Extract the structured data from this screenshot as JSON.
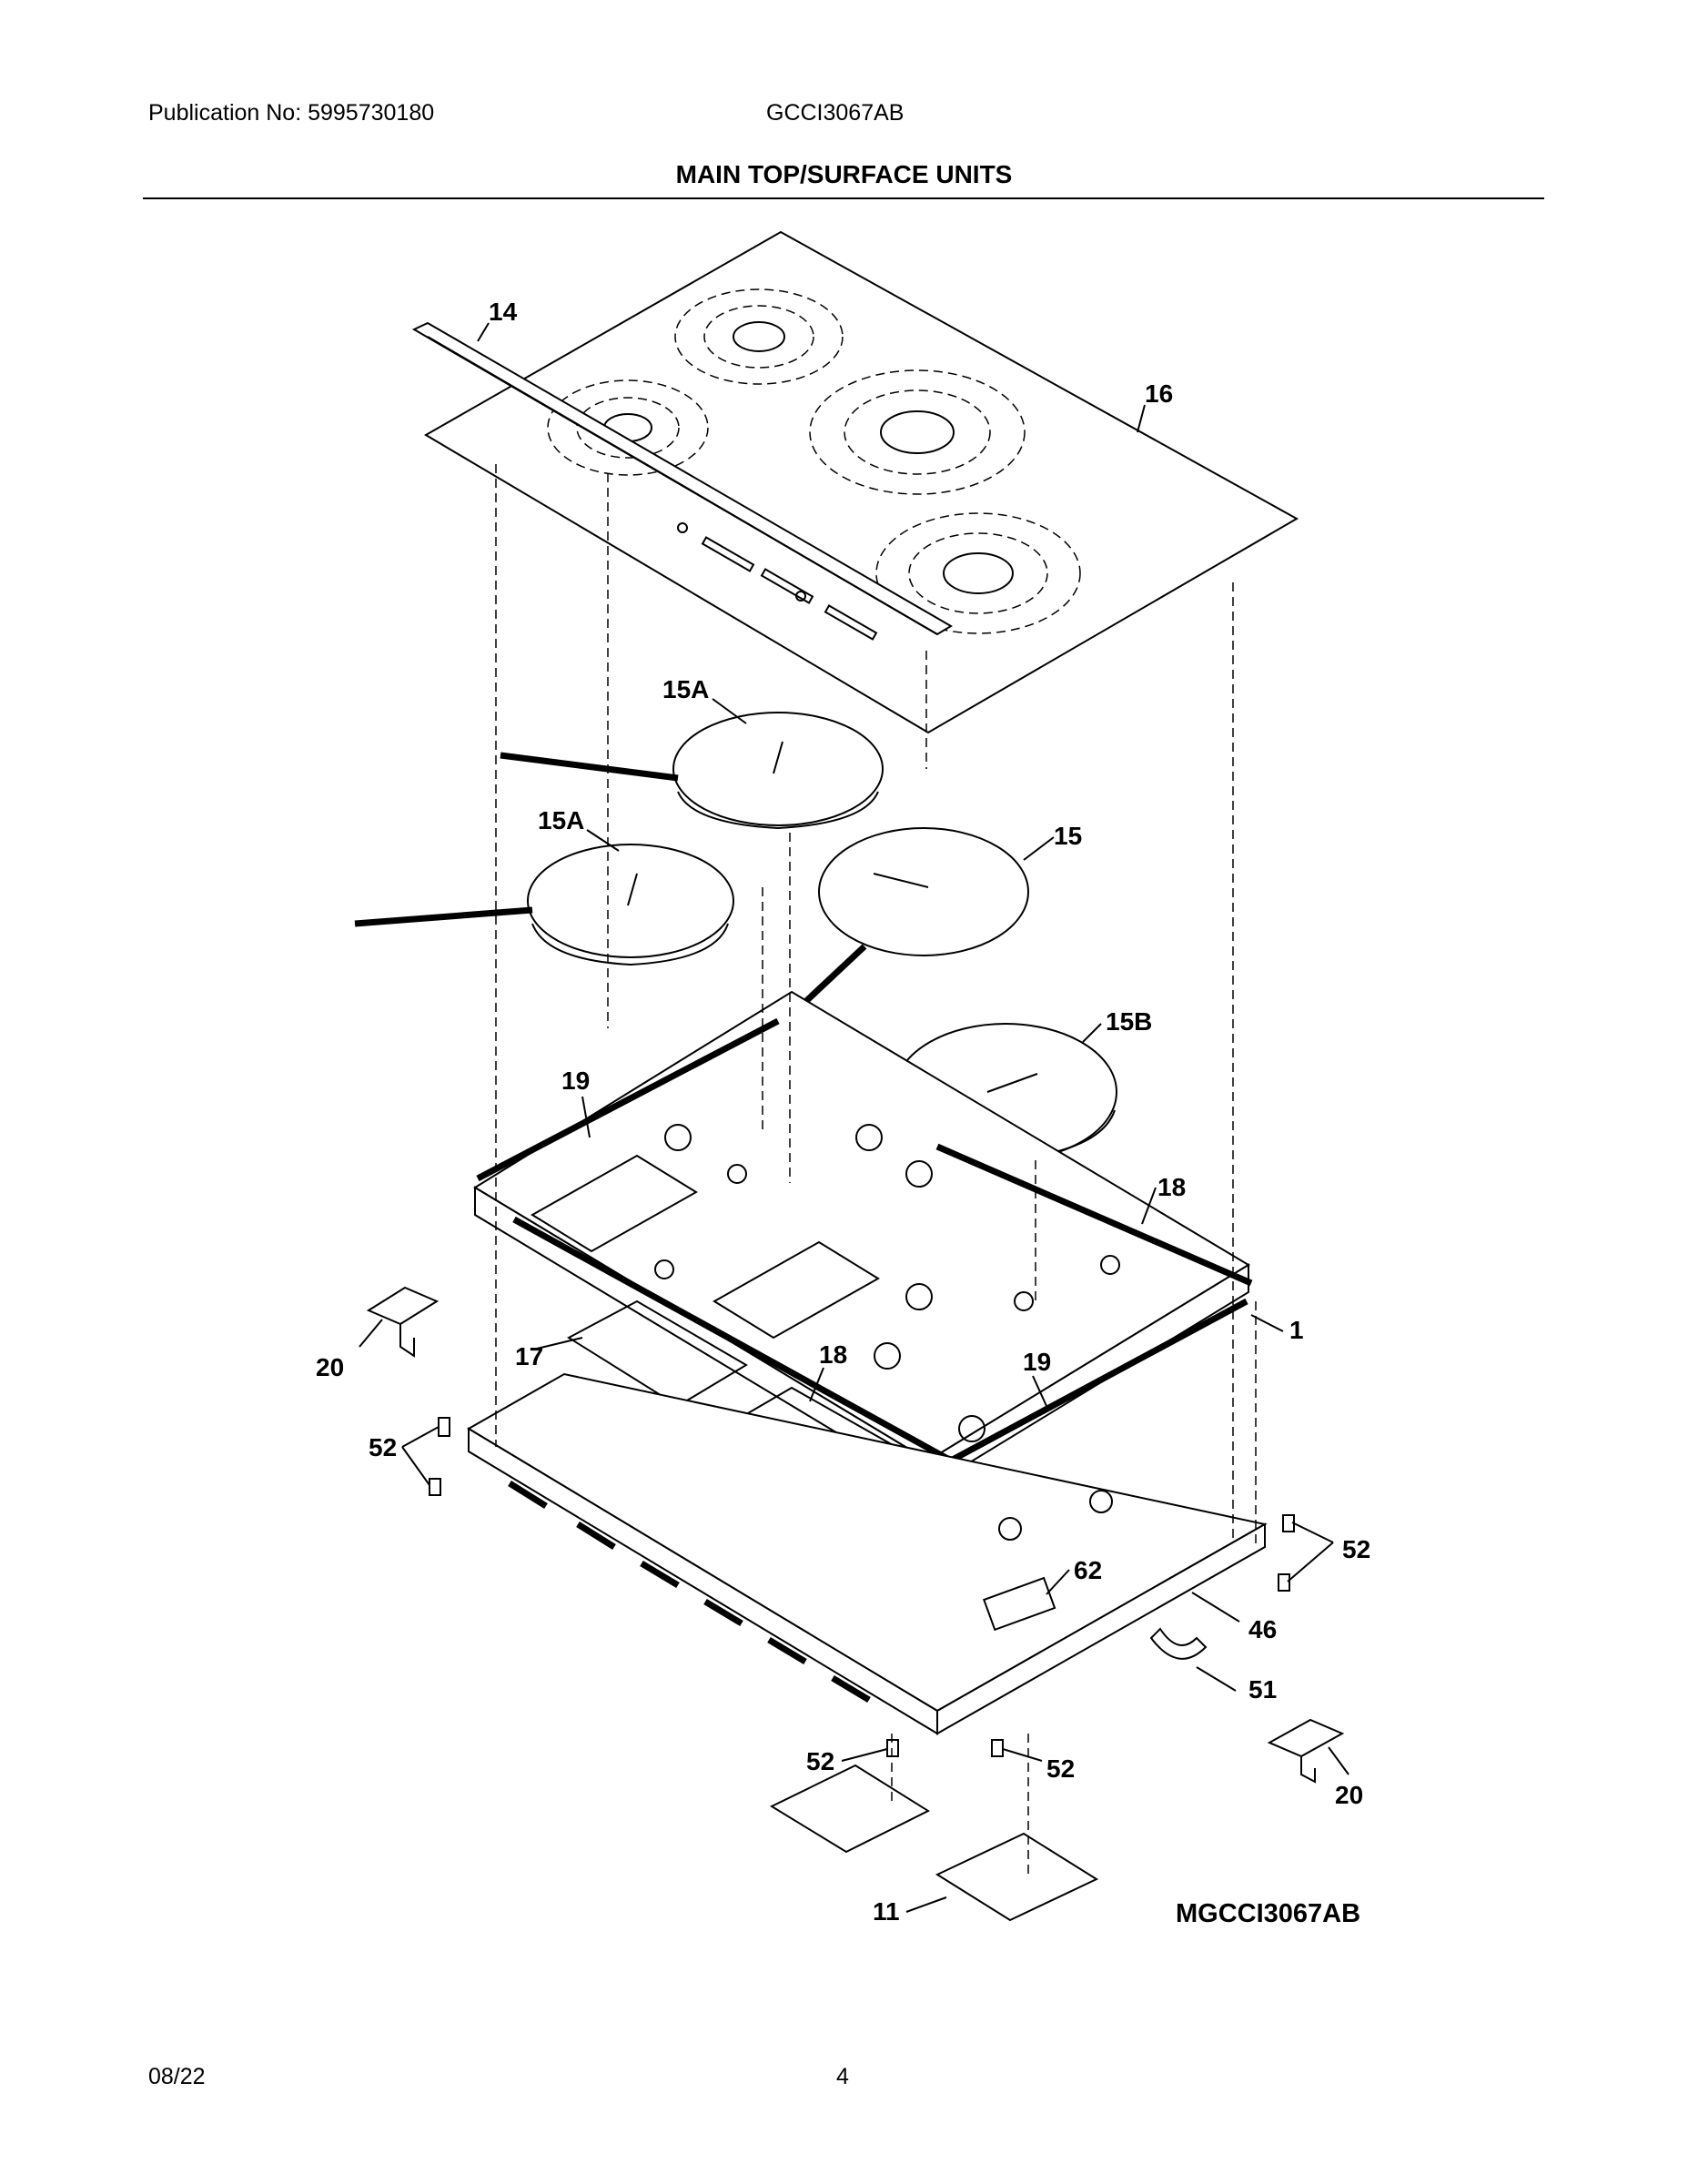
{
  "header": {
    "publication": "Publication No: 5995730180",
    "model": "GCCI3067AB",
    "section_title": "MAIN TOP/SURFACE UNITS"
  },
  "diagram": {
    "figure_id": "MGCCI3067AB",
    "callouts": {
      "c14": "14",
      "c16": "16",
      "c15a_top": "15A",
      "c15a_left": "15A",
      "c15": "15",
      "c15b": "15B",
      "c19_left": "19",
      "c18_right": "18",
      "c1": "1",
      "c20_left": "20",
      "c17": "17",
      "c18_center": "18",
      "c19_center": "19",
      "c52_left": "52",
      "c52_right": "52",
      "c62": "62",
      "c46": "46",
      "c51": "51",
      "c52_bottom_left": "52",
      "c52_bottom_right": "52",
      "c20_right": "20",
      "c11": "11"
    }
  },
  "footer": {
    "date": "08/22",
    "page": "4"
  }
}
